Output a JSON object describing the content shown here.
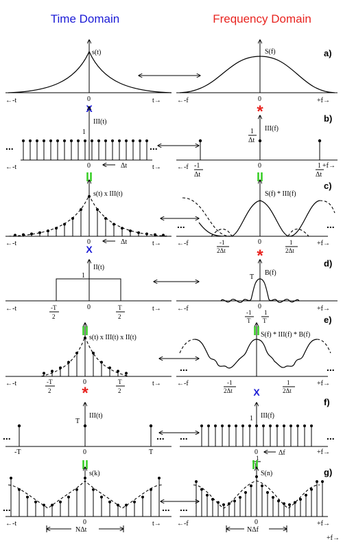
{
  "headers": {
    "time": "Time Domain",
    "freq": "Frequency Domain",
    "time_color": "#1a1ad6",
    "freq_color": "#e8231f"
  },
  "colors": {
    "times": "#1a1ad6",
    "convolve": "#e8231f",
    "equals": "#3ccf2a"
  },
  "panels": {
    "a": "a)",
    "b": "b)",
    "c": "c)",
    "d": "d)",
    "e": "e)",
    "f": "f)",
    "g": "g)"
  },
  "labels": {
    "a_left": "s(t)",
    "a_right": "S(f)",
    "b_left": "III(t)",
    "b_right": "III(f)",
    "c_left": "s(t) x III(t)",
    "c_right": "S(f) * III(f)",
    "d_left": "II(t)",
    "d_right": "B(f)",
    "e_left": "s(t) x III(t) x II(t)",
    "e_right": "S(f) * III(f) * B(f)",
    "f_left": "III(t)",
    "f_right": "III(f)",
    "g_left": "s(k)",
    "g_right": "S(n)"
  },
  "axis": {
    "neg_t": "←-t",
    "pos_t": "t→",
    "neg_f": "←-f",
    "pos_f": "+f→",
    "zero": "0",
    "one": "1",
    "T": "T",
    "neg_T": "-T",
    "dt": "Δt",
    "df": "Δf",
    "Ndt": "NΔt",
    "Ndf": "NΔf",
    "half_T_num": "T",
    "neg_half_T_num": "-T",
    "two": "2",
    "one_over_dt_num": "1",
    "neg_one_over_dt_num": "-1",
    "one_over_T_num": "1",
    "neg_one_over_T_num": "-1",
    "two_dt": "2Δt",
    "one_plus_f": "+f",
    "dots": "..."
  },
  "ops": {
    "times": "X",
    "convolve": "*",
    "equals": "II"
  }
}
